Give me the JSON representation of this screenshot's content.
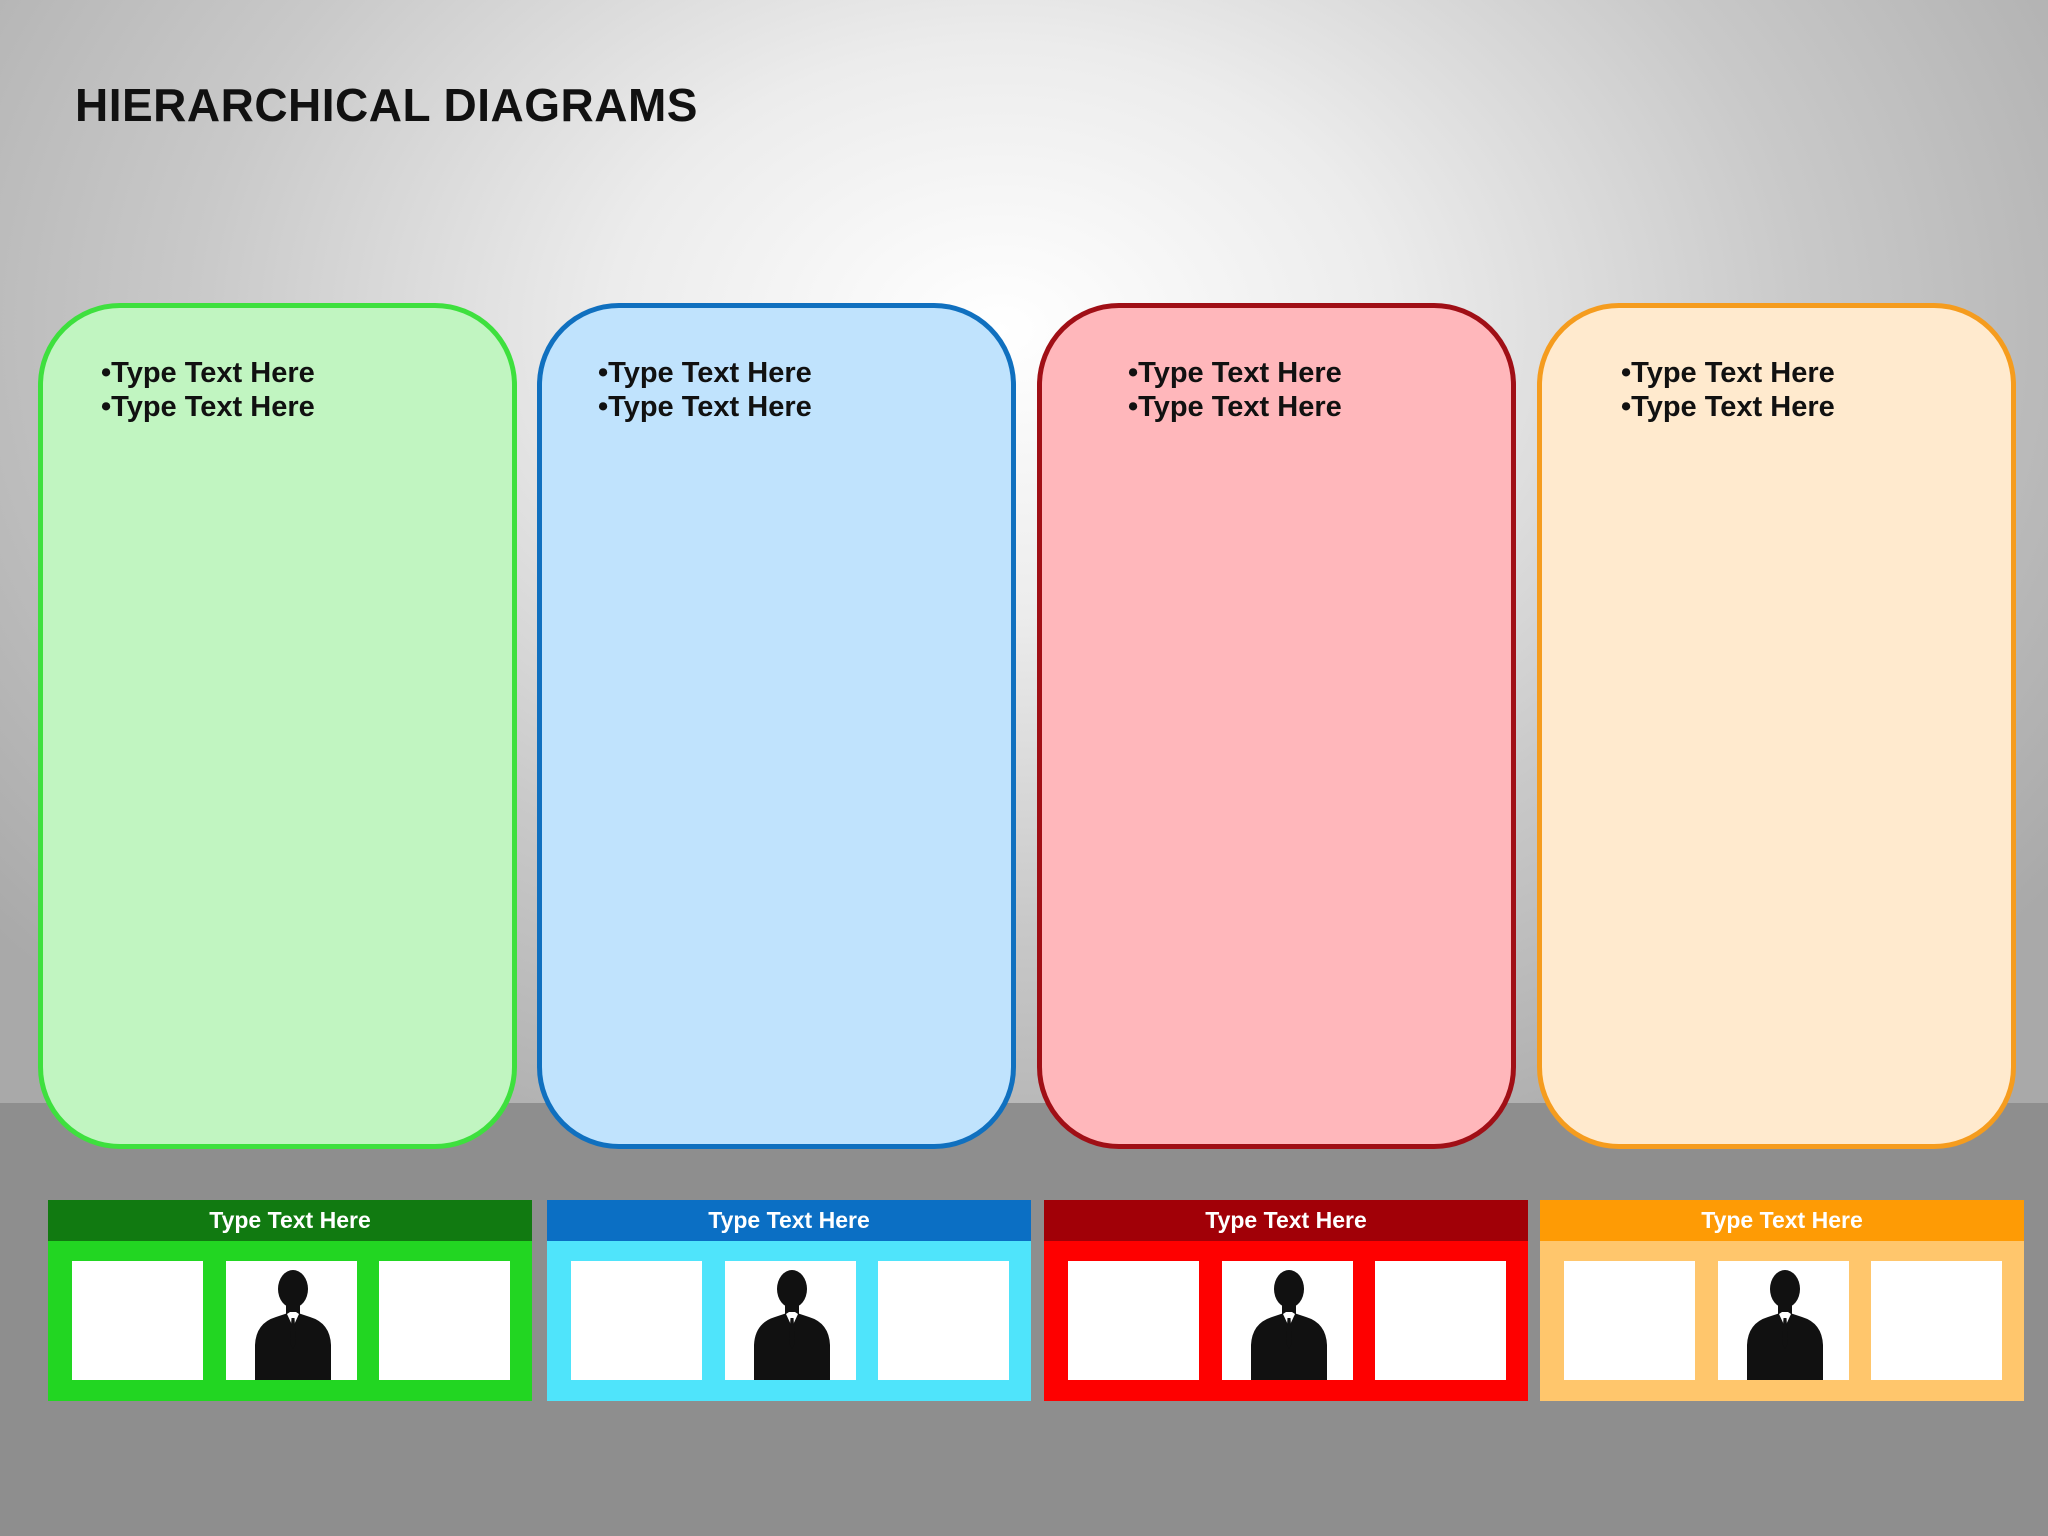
{
  "title": "HIERARCHICAL DIAGRAMS",
  "columns": [
    {
      "name": "green",
      "colors": {
        "card_fill": "#c1f5c1",
        "card_border": "#3ee03e",
        "header": "#117a11",
        "body": "#22d622"
      },
      "bullets": [
        "•Type Text Here",
        "•Type Text Here"
      ],
      "footer_label": "Type Text Here"
    },
    {
      "name": "blue",
      "colors": {
        "card_fill": "#c0e3fd",
        "card_border": "#1070bf",
        "header": "#0b6fc4",
        "body": "#4fe4fb"
      },
      "bullets": [
        "•Type Text Here",
        "•Type Text Here"
      ],
      "footer_label": "Type Text Here"
    },
    {
      "name": "red",
      "colors": {
        "card_fill": "#ffb7bb",
        "card_border": "#a00f16",
        "header": "#a10007",
        "body": "#fe0000"
      },
      "bullets": [
        "•Type Text Here",
        "•Type Text Here"
      ],
      "footer_label": "Type Text Here"
    },
    {
      "name": "orange",
      "colors": {
        "card_fill": "#ffeace",
        "card_border": "#f59c1e",
        "header": "#fe9b05",
        "body": "#ffc66c"
      },
      "bullets": [
        "•Type Text Here",
        "•Type Text Here"
      ],
      "footer_label": "Type Text Here"
    }
  ],
  "icons": {
    "person": "person-silhouette-icon"
  }
}
